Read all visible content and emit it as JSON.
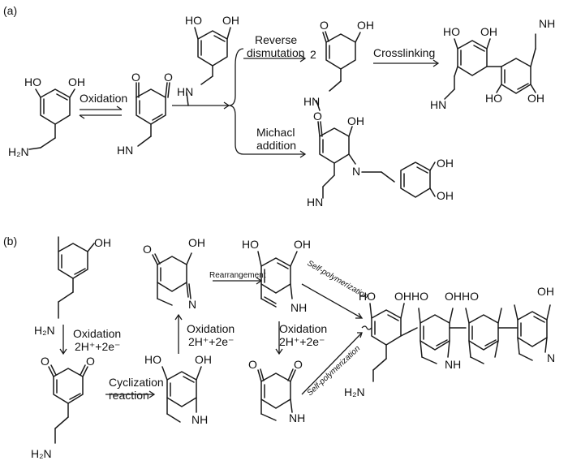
{
  "panels": {
    "a": "(a)",
    "b": "(b)"
  },
  "labels": {
    "oxidation": "Oxidation",
    "reverse": "Reverse",
    "dismutation": "dismutation",
    "coef2": "2",
    "crosslinking": "Crosslinking",
    "michael1": "Michacl",
    "michael2": "addition",
    "b_oxidation": "Oxidation",
    "b_2h": "2H⁺+2e⁻",
    "cyclization1": "Cyclization",
    "cyclization2": "reaction",
    "rearrangement": "Rearrangement",
    "selfpoly1": "Self-polymerization",
    "selfpoly2": "Self-polymerization"
  },
  "atoms": {
    "HO": "HO",
    "OH": "OH",
    "O": "O",
    "HN": "HN",
    "NH": "NH",
    "N": "N",
    "H2N": "H₂N",
    "OHHO": "OHHO",
    "OHH": "OHHO"
  }
}
